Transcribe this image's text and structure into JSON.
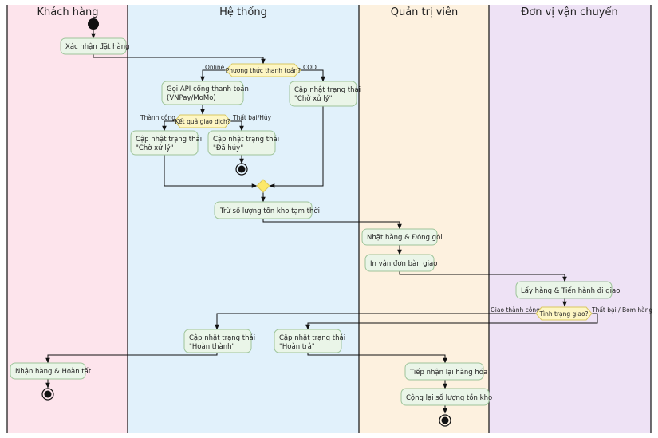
{
  "colors": {
    "lane_customer": "#fde4ec",
    "lane_system": "#e1f1fb",
    "lane_admin": "#fdf1df",
    "lane_shipping": "#eee2f5",
    "action_fill": "#eaf5e8",
    "decision_fill": "#fdf6c4"
  },
  "lanes": {
    "customer": "Khách hàng",
    "system": "Hệ thống",
    "admin": "Quản trị viên",
    "shipping": "Đơn vị vận chuyển"
  },
  "nodes": {
    "confirm_order": "Xác nhận đặt hàng",
    "payment_method": "Phương thức thanh toán?",
    "call_api_line1": "Gọi API cổng thanh toán",
    "call_api_line2": "(VNPay/MoMo)",
    "cod_status_line1": "Cập nhật trạng thái",
    "cod_status_line2": "\"Chờ xử lý\"",
    "tx_result": "Kết quả giao dịch?",
    "success_status_line1": "Cập nhật trạng thái",
    "success_status_line2": "\"Chờ xử lý\"",
    "cancel_status_line1": "Cập nhật trạng thái",
    "cancel_status_line2": "\"Đã hủy\"",
    "reduce_stock": "Trừ số lượng tồn kho tạm thời",
    "pick_pack": "Nhặt hàng & Đóng gói",
    "print_slip": "In vận đơn bàn giao",
    "pickup_deliver": "Lấy hàng & Tiến hành đi giao",
    "delivery_status": "Tình trạng giao?",
    "complete_status_line1": "Cập nhật trạng thái",
    "complete_status_line2": "\"Hoàn thành\"",
    "return_status_line1": "Cập nhật trạng thái",
    "return_status_line2": "\"Hoàn trả\"",
    "receive_complete": "Nhận hàng & Hoàn tất",
    "receive_returned": "Tiếp nhận lại hàng hóa",
    "restock": "Cộng lại số lượng tồn kho"
  },
  "edge_labels": {
    "online": "Online",
    "cod": "COD",
    "success": "Thành công",
    "failed_cancel": "Thất bại/Hủy",
    "delivered": "Giao thành công",
    "failed_bomb": "Thất bại / Bom hàng"
  }
}
